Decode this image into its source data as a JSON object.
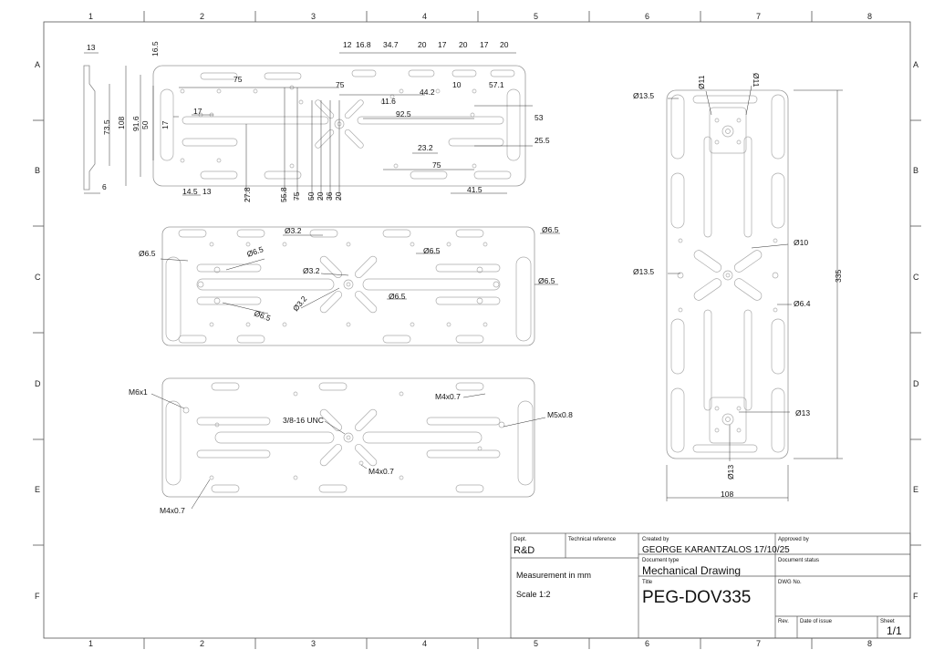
{
  "grid": {
    "cols": [
      "1",
      "2",
      "3",
      "4",
      "5",
      "6",
      "7",
      "8"
    ],
    "rows": [
      "A",
      "B",
      "C",
      "D",
      "E",
      "F"
    ]
  },
  "top_view": {
    "dims": [
      "13",
      "16.5",
      "12",
      "16.8",
      "34.7",
      "20",
      "17",
      "20",
      "17",
      "20",
      "75",
      "75",
      "44.2",
      "10",
      "57.1",
      "11.6",
      "73.5",
      "108",
      "91.6",
      "50",
      "17",
      "17",
      "92.5",
      "53",
      "25.5",
      "23.2",
      "75",
      "6",
      "14.5",
      "13",
      "27.8",
      "55.8",
      "75",
      "50",
      "20",
      "36",
      "20",
      "41.5"
    ]
  },
  "front_view": {
    "dims": [
      "Ø3.2",
      "Ø6.5",
      "Ø6.5",
      "Ø6.5",
      "Ø3.2",
      "Ø6.5",
      "Ø6.5",
      "Ø3.2",
      "Ø6.5",
      "Ø6.5"
    ]
  },
  "thread_view": {
    "labels": [
      "M6x1",
      "M4x0.7",
      "M5x0.8",
      "3/8-16 UNC",
      "M4x0.7",
      "M4x0.7"
    ]
  },
  "side_view": {
    "dims": [
      "Ø11",
      "Ø11",
      "Ø13.5",
      "Ø10",
      "Ø13.5",
      "Ø6.4",
      "335",
      "Ø13",
      "Ø13",
      "108"
    ]
  },
  "title_block": {
    "dept_label": "Dept.",
    "dept": "R&D",
    "tech_ref_label": "Technical reference",
    "created_label": "Created by",
    "created": "GEORGE KARANTZALOS 17/10/25",
    "approved_label": "Approved by",
    "doctype_label": "Document type",
    "doctype": "Mechanical Drawing",
    "docstatus_label": "Document status",
    "measurement": "Measurement in mm",
    "title_label": "Title",
    "title": "PEG-DOV335",
    "dwg_label": "DWG No.",
    "scale": "Scale 1:2",
    "rev_label": "Rev.",
    "issue_label": "Date of issue",
    "sheet_label": "Sheet",
    "sheet": "1/1"
  }
}
